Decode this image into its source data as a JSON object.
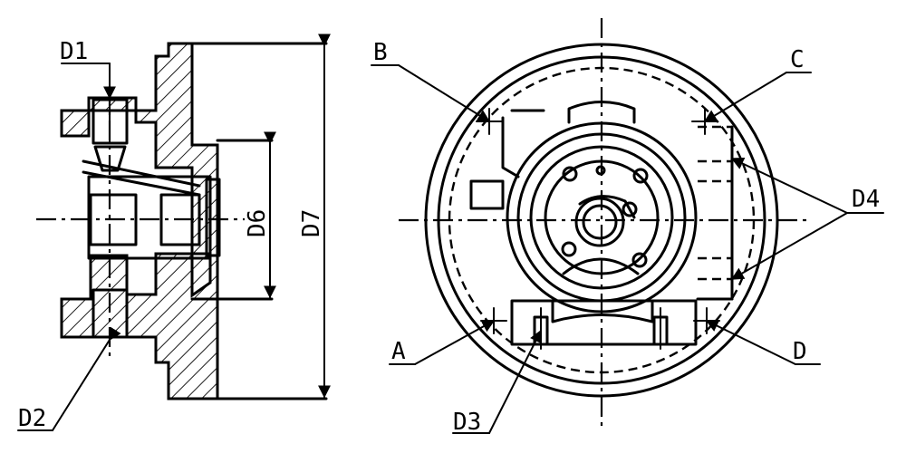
{
  "labels": {
    "d1": "D1",
    "d2": "D2",
    "d3": "D3",
    "d4": "D4",
    "d6": "D6",
    "d7": "D7",
    "a": "A",
    "b": "B",
    "c": "C",
    "d": "D"
  },
  "colors": {
    "line": "#000000",
    "background": "#ffffff"
  }
}
